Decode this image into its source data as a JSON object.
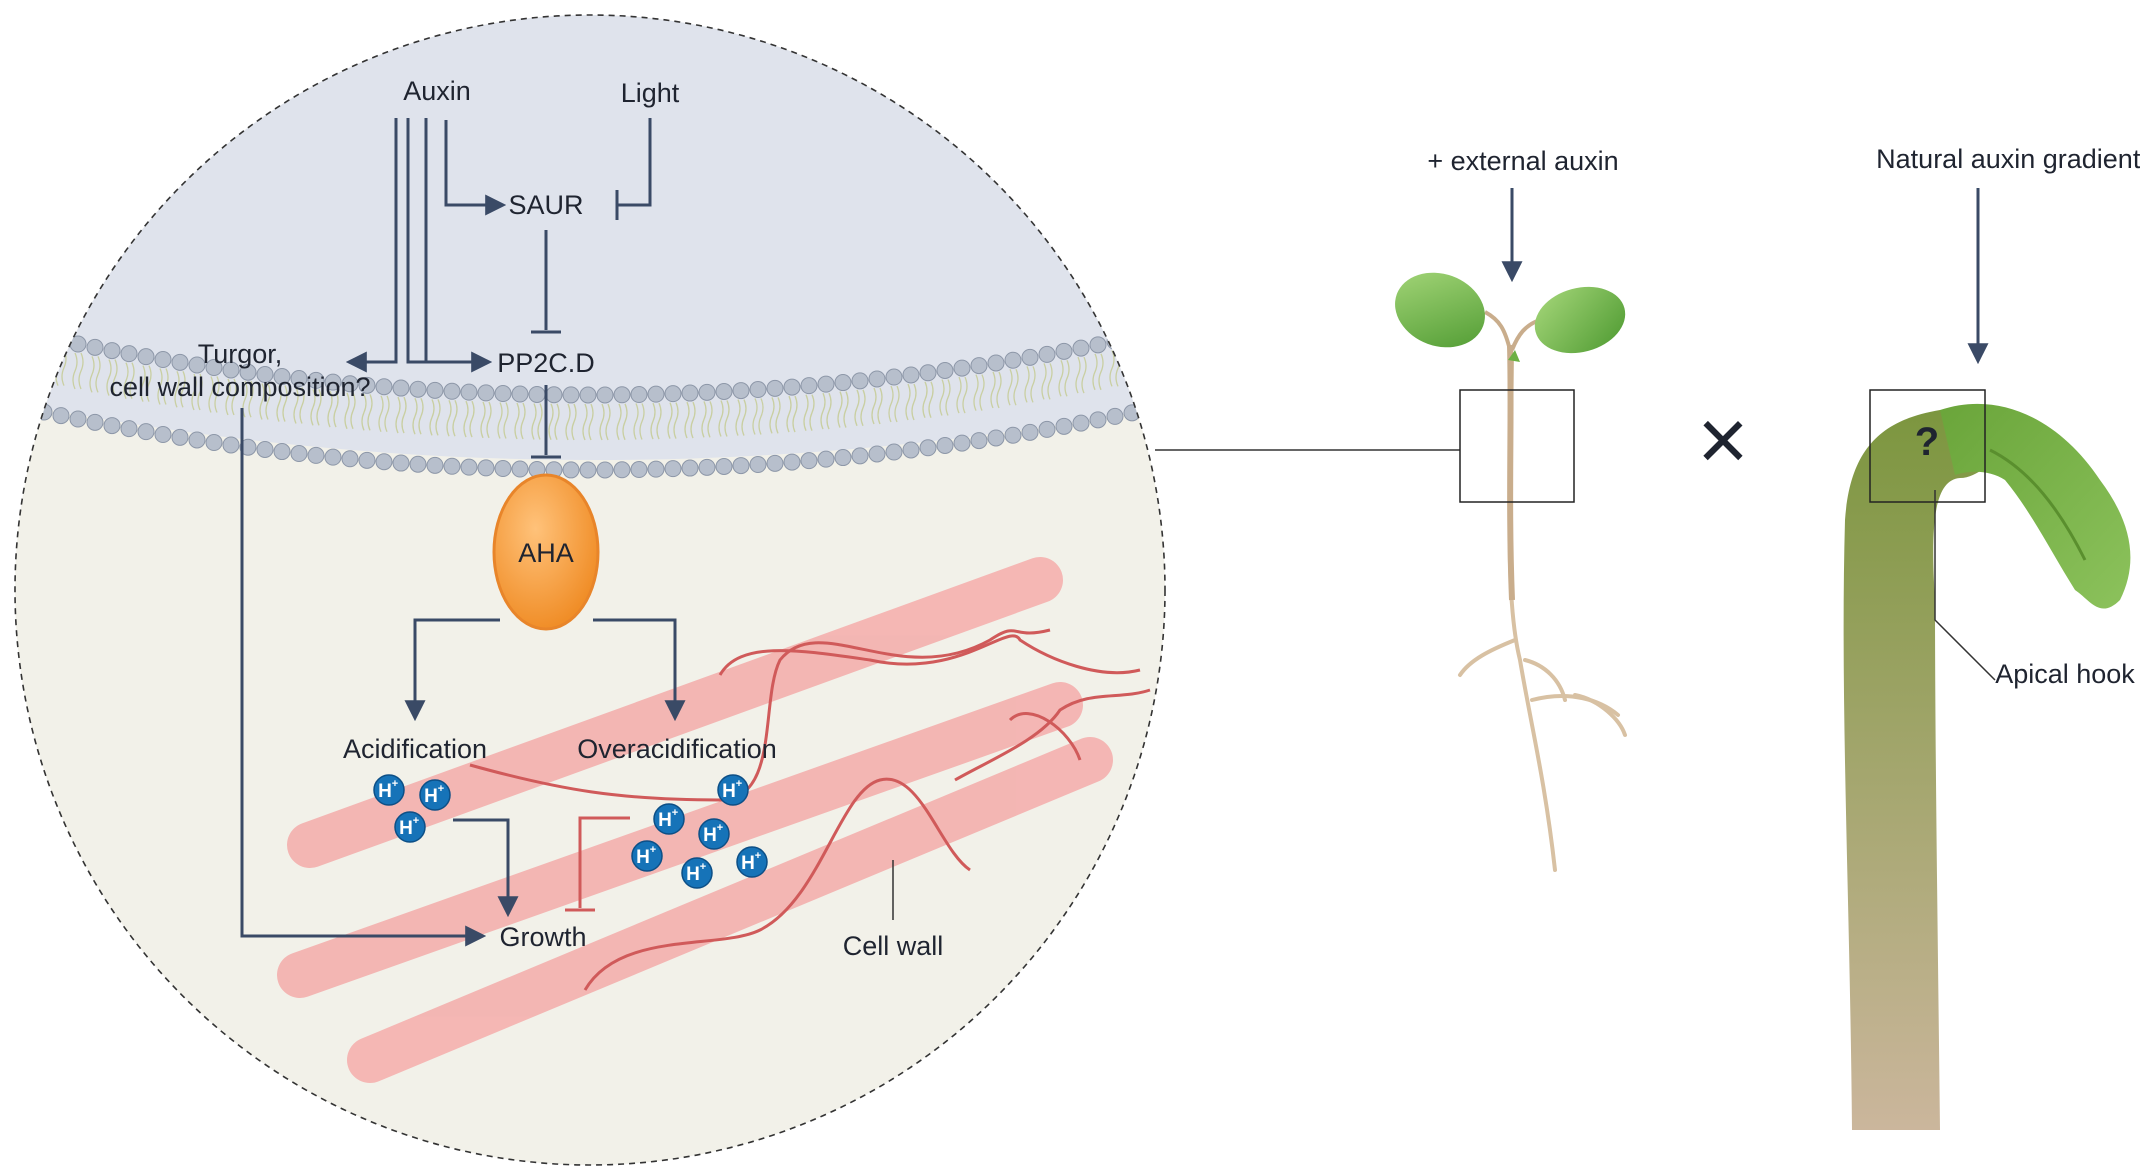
{
  "colors": {
    "arrow": "#3a4a66",
    "inhibit_red": "#d05a5a",
    "cytoplasm_top": "#dfe3ec",
    "cell_wall_interior": "#f2f1e9",
    "lipid_head": "#b7bfcc",
    "aha_orange": "#f39a3c",
    "wall_band": "#f4b3b1",
    "proton_blue": "#1673b8",
    "leaf_green": "#6cb043",
    "stem_tan": "#c9ad8c"
  },
  "cell_diagram": {
    "auxin": "Auxin",
    "light": "Light",
    "saur": "SAUR",
    "pp2cd": "PP2C.D",
    "turgor_line1": "Turgor,",
    "turgor_line2": "cell wall composition?",
    "aha": "AHA",
    "acidification": "Acidification",
    "overacidification": "Overacidification",
    "growth": "Growth",
    "cell_wall": "Cell wall",
    "proton": "H",
    "proton_charge": "+"
  },
  "seedling": {
    "external_auxin": "+ external auxin"
  },
  "comparison_symbol": "×",
  "hook": {
    "natural_gradients": "Natural auxin gradients",
    "unknown": "?",
    "apical_hook": "Apical hook"
  }
}
